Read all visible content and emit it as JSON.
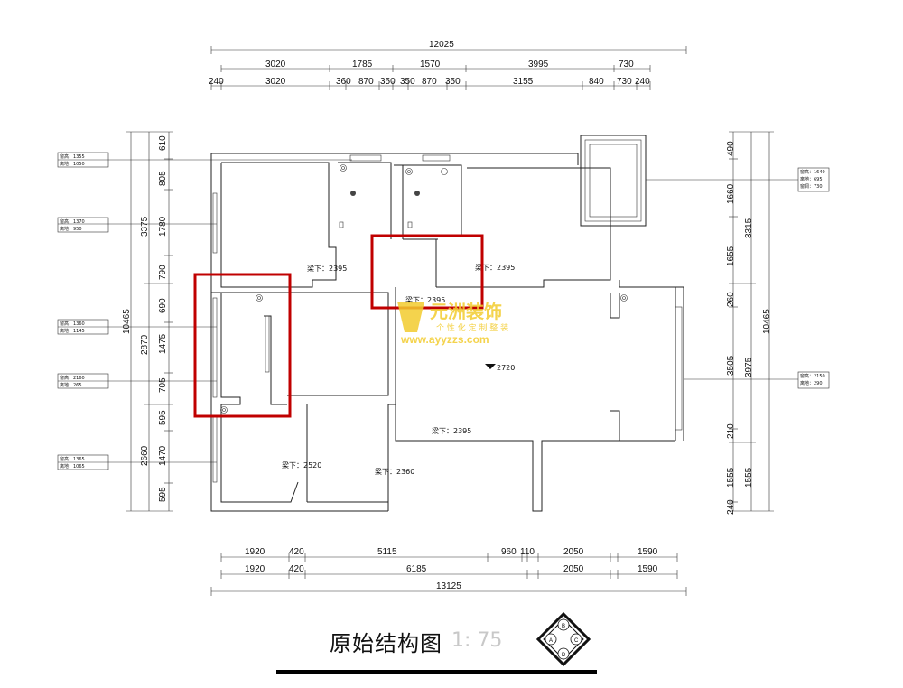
{
  "title": "原始结构图",
  "scale": "1: 75",
  "dims": {
    "top_total": "12025",
    "top_row1": [
      "3020",
      "1785",
      "1570",
      "3995",
      "730"
    ],
    "top_row2": [
      "240",
      "3020",
      "360",
      "870",
      "350",
      "350",
      "870",
      "350",
      "3155",
      "840",
      "730",
      "240"
    ],
    "bottom_row1": [
      "1920",
      "420",
      "5115",
      "960",
      "110",
      "2050",
      "1590"
    ],
    "bottom_row2": [
      "1920",
      "420",
      "6185",
      "2050",
      "1590"
    ],
    "bottom_total": "13125",
    "left_outer": "10465",
    "left_mid": [
      "3375",
      "2870",
      "2660"
    ],
    "left_inner": [
      "610",
      "805",
      "1780",
      "790",
      "690",
      "1475",
      "705",
      "595",
      "1470",
      "595"
    ],
    "right_outer": "10465",
    "right_mid": [
      "3315",
      "3975"
    ],
    "right_inner": [
      "490",
      "1660",
      "1655",
      "260",
      "3505",
      "210",
      "1555",
      "240"
    ],
    "right_far": [
      "1555"
    ]
  },
  "beams": {
    "b1": "梁下：2395",
    "b2": "梁下：2395",
    "b3": "梁下：2395",
    "b4": "梁下：2395",
    "b5": "梁下：2520",
    "b6": "梁下：2360"
  },
  "ceiling": "2720",
  "windows": {
    "w1": [
      "窗高：1355",
      "离地：1050"
    ],
    "w2": [
      "窗高：1370",
      "离地：950"
    ],
    "w3": [
      "窗高：1360",
      "离地：1145"
    ],
    "w4": [
      "窗高：2160",
      "离地：265"
    ],
    "w5": [
      "窗高：1365",
      "离地：1065"
    ],
    "w6": [
      "窗高：1640",
      "离地：695",
      "窗洞：730"
    ],
    "w7": [
      "窗高：2150",
      "离地：290"
    ]
  },
  "compass": [
    "B",
    "A",
    "C",
    "D"
  ],
  "watermark": {
    "brand": "元洲装饰",
    "slogan": "个 性 化 定 制 整 装",
    "url": "www.ayyzzs.com"
  },
  "colors": {
    "highlight": "#c00000",
    "watermark": "#f3cc2e"
  }
}
